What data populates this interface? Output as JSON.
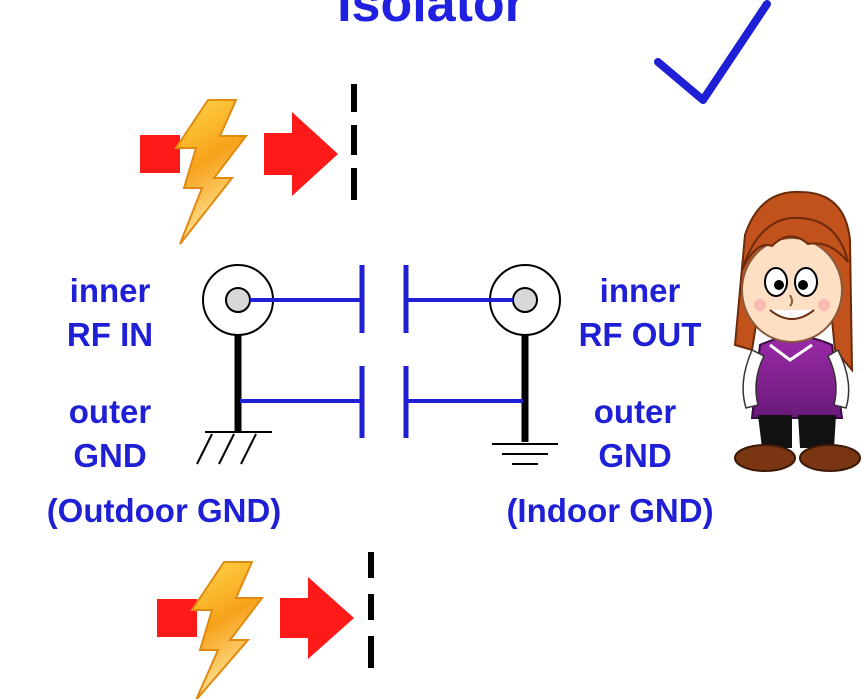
{
  "title": "Isolator",
  "labels": {
    "left_inner": "inner",
    "left_rf": "RF IN",
    "left_outer": "outer",
    "left_gnd": "GND",
    "left_ground_name": "(Outdoor GND)",
    "right_inner": "inner",
    "right_rf": "RF OUT",
    "right_outer": "outer",
    "right_gnd": "GND",
    "right_ground_name": "(Indoor GND)"
  },
  "colors": {
    "text": "#1f1fd6",
    "wire": "#1f1fd6",
    "arrow": "#ff1a1a",
    "lightning": "#f7a21b",
    "check": "#1f1fd6"
  },
  "icons": [
    "lightning-icon",
    "red-arrow-icon",
    "checkmark-icon",
    "girl-character-icon",
    "earth-ground-icon",
    "chassis-ground-icon",
    "coax-connector-icon"
  ]
}
